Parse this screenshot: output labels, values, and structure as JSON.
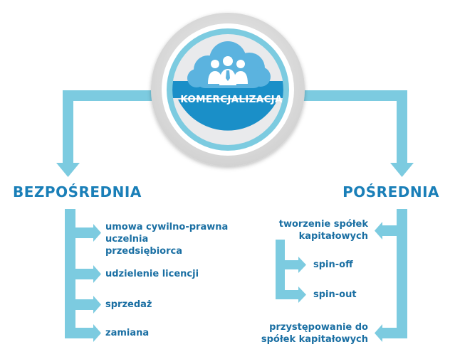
{
  "center": {
    "title": "KOMERCJALIZACJA",
    "icon": "people-cloud-icon"
  },
  "left": {
    "heading": "BEZPOŚREDNIA",
    "items": [
      {
        "lines": [
          "umowa cywilno-prawna",
          "uczelnia",
          "przedsiębiorca"
        ]
      },
      {
        "lines": [
          "udzielenie licencji"
        ]
      },
      {
        "lines": [
          "sprzedaż"
        ]
      },
      {
        "lines": [
          "zamiana"
        ]
      }
    ]
  },
  "right": {
    "heading": "POŚREDNIA",
    "items": [
      {
        "lines": [
          "tworzenie spółek",
          "kapitałowych"
        ]
      },
      {
        "lines": [
          "spin-off"
        ]
      },
      {
        "lines": [
          "spin-out"
        ]
      },
      {
        "lines": [
          "przystępowanie do",
          "spółek kapitałowych"
        ]
      }
    ]
  },
  "colors": {
    "arrow": "#7ccbe0",
    "heading": "#1a7fb8",
    "text": "#1a6fa3",
    "circle_inner": "#1a8fc8",
    "circle_ring": "#d6d6d6",
    "cloud": "#5bb3df"
  }
}
